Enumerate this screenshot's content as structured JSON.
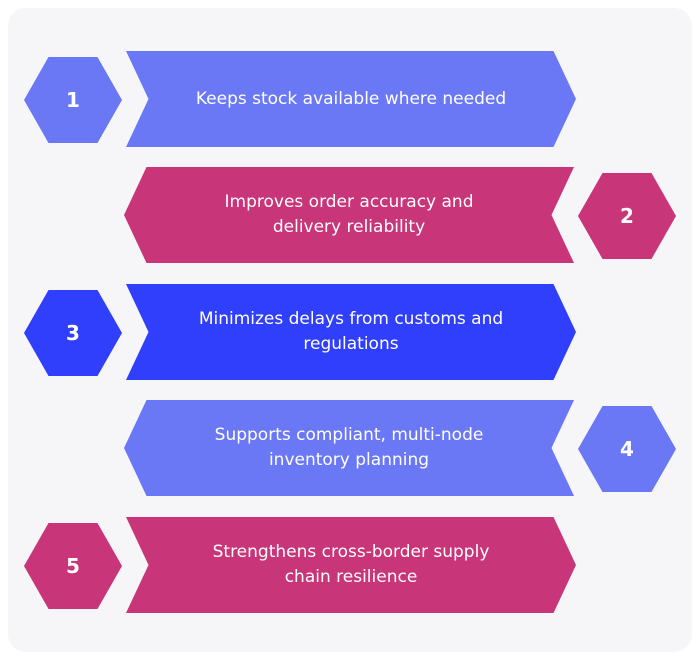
{
  "colors": {
    "periwinkle": "#6b78f5",
    "magenta": "#c93579",
    "royal_blue": "#2f3ffb",
    "background": "#f6f6f8"
  },
  "steps": [
    {
      "number": "1",
      "text": "Keeps stock available where needed",
      "color": "#6b78f5"
    },
    {
      "number": "2",
      "text": "Improves order accuracy and delivery reliability",
      "color": "#c93579"
    },
    {
      "number": "3",
      "text": "Minimizes delays from customs and regulations",
      "color": "#2f3ffb"
    },
    {
      "number": "4",
      "text": "Supports compliant, multi-node inventory planning",
      "color": "#6b78f5"
    },
    {
      "number": "5",
      "text": "Strengthens cross-border supply chain resilience",
      "color": "#c93579"
    }
  ]
}
